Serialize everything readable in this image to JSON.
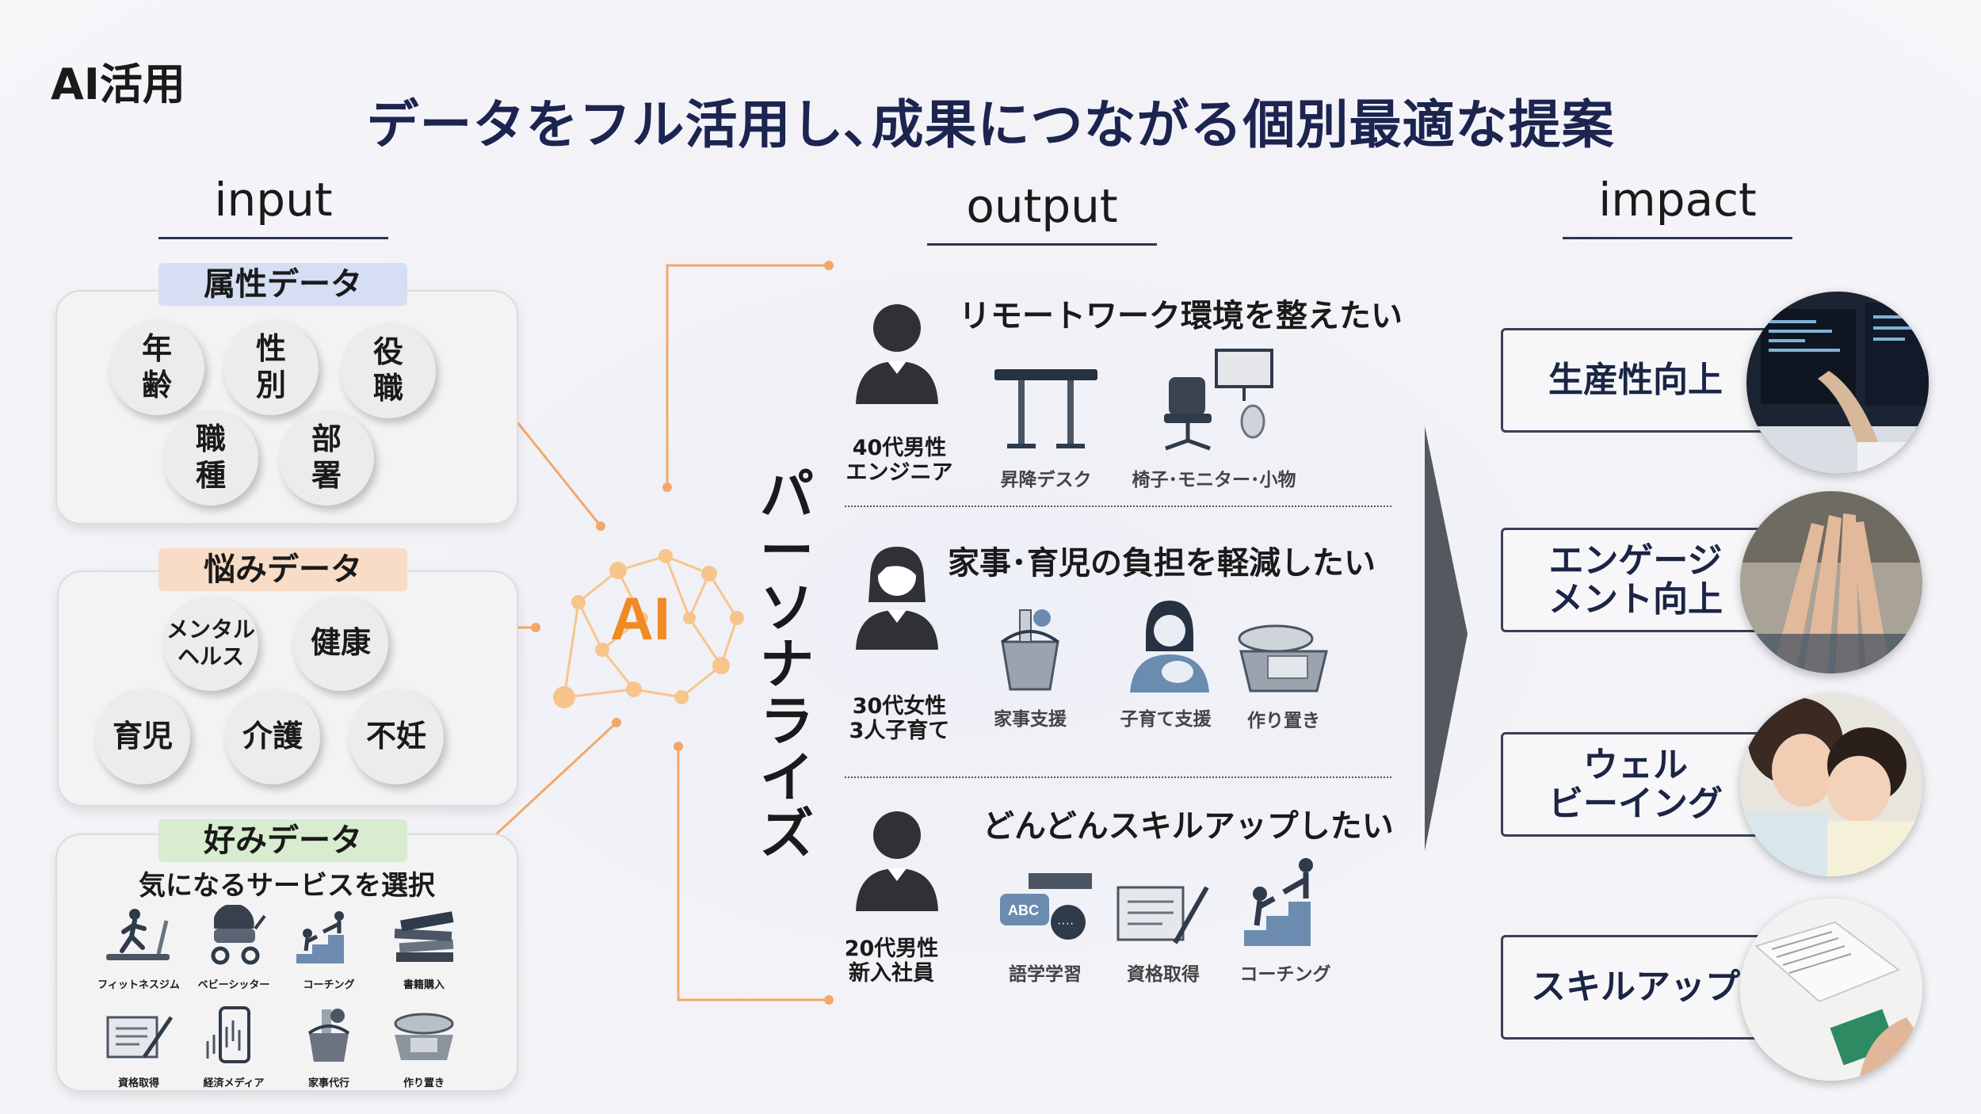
{
  "header": {
    "corner_label": "AI活用",
    "title": "データをフル活用し､成果につながる個別最適な提案"
  },
  "columns": {
    "input": "input",
    "output": "output",
    "impact": "impact"
  },
  "input": {
    "attribute": {
      "label": "属性データ",
      "label_color": "#d5def3",
      "bubbles": [
        "年\n齢",
        "性\n別",
        "役\n職",
        "職\n種",
        "部\n署"
      ]
    },
    "concern": {
      "label": "悩みデータ",
      "label_color": "#f8dcc6",
      "bubbles": [
        "メンタル\nヘルス",
        "健康",
        "育児",
        "介護",
        "不妊"
      ]
    },
    "preference": {
      "label": "好みデータ",
      "label_color": "#d8ecd0",
      "subtitle": "気になるサービスを選択",
      "items": [
        {
          "label": "フィットネスジム",
          "icon": "treadmill-icon"
        },
        {
          "label": "ベビーシッター",
          "icon": "stroller-icon"
        },
        {
          "label": "コーチング",
          "icon": "coaching-stairs-icon"
        },
        {
          "label": "書籍購入",
          "icon": "books-icon"
        },
        {
          "label": "資格取得",
          "icon": "certificate-icon"
        },
        {
          "label": "経済メディア",
          "icon": "stock-chart-phone-icon"
        },
        {
          "label": "家事代行",
          "icon": "cleaning-icon"
        },
        {
          "label": "作り置き",
          "icon": "meal-prep-icon"
        }
      ]
    }
  },
  "ai": {
    "label": "AI",
    "accent": "#f08a24",
    "network_color": "#f7c58c"
  },
  "personalize": {
    "text": [
      "パ",
      "ー",
      "ソ",
      "ナ",
      "ラ",
      "イ",
      "ズ"
    ]
  },
  "output": {
    "personas": [
      {
        "title": "リモートワーク環境を整えたい",
        "desc": "40代男性\nエンジニア",
        "avatar": "male-avatar-icon",
        "items": [
          {
            "label": "昇降デスク",
            "icon": "standing-desk-icon"
          },
          {
            "label": "椅子･モニター･小物",
            "icon": "chair-monitor-icon"
          }
        ]
      },
      {
        "title": "家事･育児の負担を軽減したい",
        "desc": "30代女性\n3人子育て",
        "avatar": "female-avatar-icon",
        "items": [
          {
            "label": "家事支援",
            "icon": "cleaning-icon"
          },
          {
            "label": "子育て支援",
            "icon": "mother-baby-icon"
          },
          {
            "label": "作り置き",
            "icon": "meal-prep-icon"
          }
        ]
      },
      {
        "title": "どんどんスキルアップしたい",
        "desc": "20代男性\n新入社員",
        "avatar": "male-avatar-icon",
        "items": [
          {
            "label": "語学学習",
            "icon": "language-chat-icon"
          },
          {
            "label": "資格取得",
            "icon": "certificate-icon"
          },
          {
            "label": "コーチング",
            "icon": "coaching-stairs-icon"
          }
        ]
      }
    ]
  },
  "impact": {
    "items": [
      {
        "label": "生産性向上",
        "photo": "developer-screens-photo"
      },
      {
        "label": "エンゲージ\nメント向上",
        "photo": "team-hands-photo"
      },
      {
        "label": "ウェル\nビーイング",
        "photo": "mother-child-photo"
      },
      {
        "label": "スキルアップ",
        "photo": "study-book-photo"
      }
    ]
  },
  "colors": {
    "connector": "#f4a769",
    "arrow": "#55585f",
    "title": "#1c2450"
  }
}
